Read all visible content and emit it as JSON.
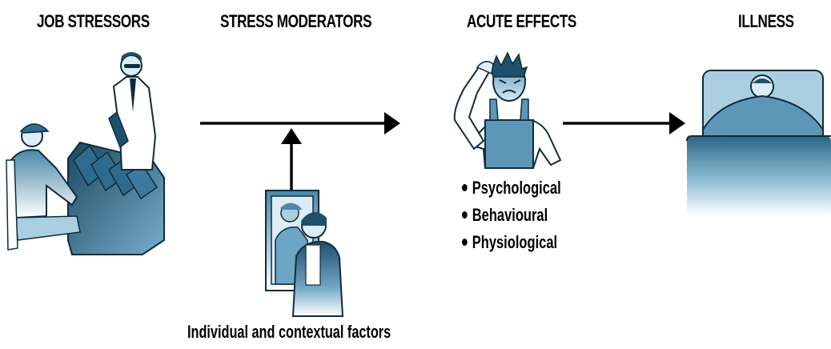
{
  "headings": {
    "job_stressors": "JOB STRESSORS",
    "stress_moderators": "STRESS MODERATORS",
    "acute_effects": "ACUTE EFFECTS",
    "illness": "ILLNESS"
  },
  "acute_effects_list": [
    "Psychological",
    "Behavioural",
    "Physiological"
  ],
  "moderator_caption": "Individual and contextual factors",
  "colors": {
    "ink": "#000000",
    "dark_blue": "#1f4f6b",
    "mid_blue": "#4a87a8",
    "light_blue": "#a9cfe0",
    "pale_blue": "#dcedf5"
  }
}
